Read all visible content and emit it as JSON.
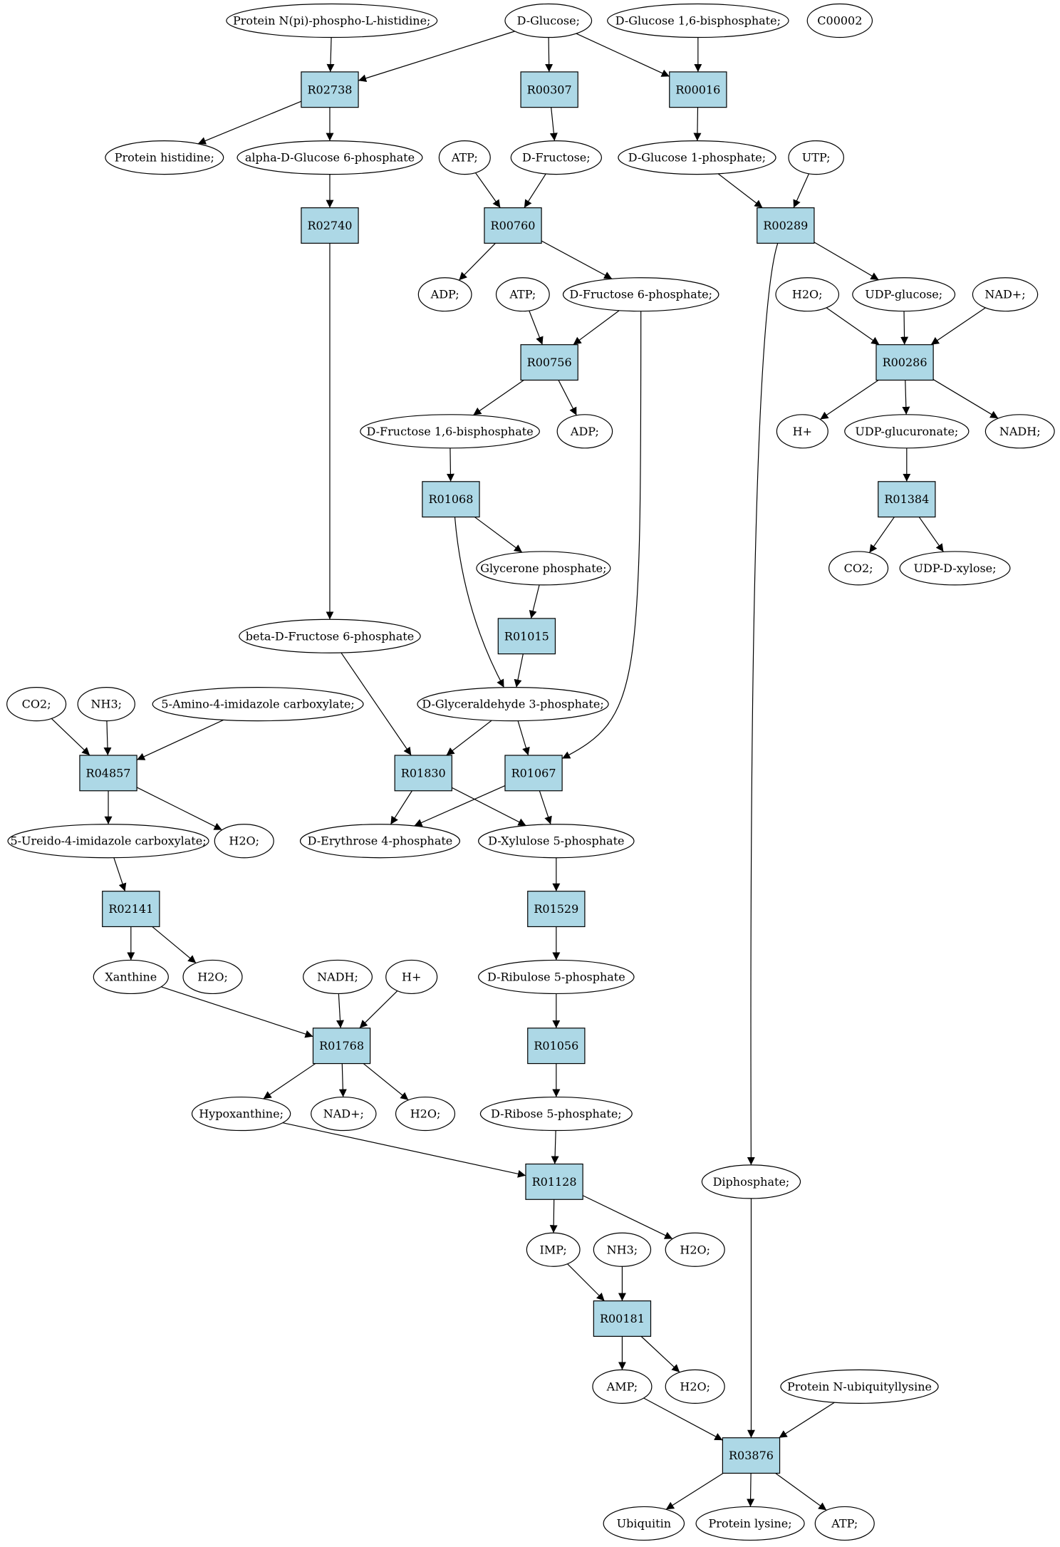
{
  "diagram": {
    "compounds": [
      {
        "id": "protein_npi_his",
        "label": "Protein N(pi)-phospho-L-histidine;"
      },
      {
        "id": "d_glucose",
        "label": "D-Glucose;",
        "fill": "#00ee00"
      },
      {
        "id": "d_glucose_16bp",
        "label": "D-Glucose 1,6-bisphosphate;"
      },
      {
        "id": "c00002",
        "label": "C00002",
        "fill": "#ffff00"
      },
      {
        "id": "protein_histidine",
        "label": "Protein histidine;"
      },
      {
        "id": "alpha_g6p",
        "label": "alpha-D-Glucose 6-phosphate"
      },
      {
        "id": "atp_1",
        "label": "ATP;"
      },
      {
        "id": "d_fructose",
        "label": "D-Fructose;"
      },
      {
        "id": "d_glucose_1p",
        "label": "D-Glucose 1-phosphate;"
      },
      {
        "id": "utp",
        "label": "UTP;"
      },
      {
        "id": "adp_1",
        "label": "ADP;"
      },
      {
        "id": "atp_2",
        "label": "ATP;"
      },
      {
        "id": "d_fructose_6p",
        "label": "D-Fructose 6-phosphate;"
      },
      {
        "id": "h2o_1",
        "label": "H2O;"
      },
      {
        "id": "udp_glucose",
        "label": "UDP-glucose;"
      },
      {
        "id": "nad_1",
        "label": "NAD+;"
      },
      {
        "id": "d_fructose_16bp",
        "label": "D-Fructose 1,6-bisphosphate"
      },
      {
        "id": "adp_2",
        "label": "ADP;"
      },
      {
        "id": "h_plus_1",
        "label": "H+"
      },
      {
        "id": "udp_glucuronate",
        "label": "UDP-glucuronate;"
      },
      {
        "id": "nadh_1",
        "label": "NADH;"
      },
      {
        "id": "glycerone_p",
        "label": "Glycerone phosphate;"
      },
      {
        "id": "co2_1",
        "label": "CO2;"
      },
      {
        "id": "udp_xylose",
        "label": "UDP-D-xylose;"
      },
      {
        "id": "beta_f6p",
        "label": "beta-D-Fructose 6-phosphate"
      },
      {
        "id": "co2_2",
        "label": "CO2;"
      },
      {
        "id": "nh3_1",
        "label": "NH3;"
      },
      {
        "id": "aica",
        "label": "5-Amino-4-imidazole carboxylate;"
      },
      {
        "id": "g3p",
        "label": "D-Glyceraldehyde 3-phosphate;"
      },
      {
        "id": "uica",
        "label": "5-Ureido-4-imidazole carboxylate;"
      },
      {
        "id": "h2o_2",
        "label": "H2O;"
      },
      {
        "id": "erythrose_4p",
        "label": "D-Erythrose 4-phosphate"
      },
      {
        "id": "xylulose_5p",
        "label": "D-Xylulose 5-phosphate"
      },
      {
        "id": "xanthine",
        "label": "Xanthine"
      },
      {
        "id": "h2o_3",
        "label": "H2O;"
      },
      {
        "id": "nadh_2",
        "label": "NADH;"
      },
      {
        "id": "h_plus_2",
        "label": "H+"
      },
      {
        "id": "ribulose_5p",
        "label": "D-Ribulose 5-phosphate"
      },
      {
        "id": "hypoxanthine",
        "label": "Hypoxanthine;"
      },
      {
        "id": "nad_2",
        "label": "NAD+;"
      },
      {
        "id": "h2o_4",
        "label": "H2O;"
      },
      {
        "id": "ribose_5p",
        "label": "D-Ribose 5-phosphate;"
      },
      {
        "id": "diphosphate",
        "label": "Diphosphate;"
      },
      {
        "id": "imp",
        "label": "IMP;"
      },
      {
        "id": "nh3_2",
        "label": "NH3;"
      },
      {
        "id": "h2o_5",
        "label": "H2O;"
      },
      {
        "id": "amp",
        "label": "AMP;"
      },
      {
        "id": "h2o_6",
        "label": "H2O;"
      },
      {
        "id": "protein_n_ubiq",
        "label": "Protein N-ubiquityllysine"
      },
      {
        "id": "ubiquitin",
        "label": "Ubiquitin"
      },
      {
        "id": "protein_lysine",
        "label": "Protein lysine;"
      },
      {
        "id": "atp_3",
        "label": "ATP;"
      }
    ],
    "reactions": [
      {
        "id": "R02738",
        "label": "R02738"
      },
      {
        "id": "R00307",
        "label": "R00307"
      },
      {
        "id": "R00016",
        "label": "R00016"
      },
      {
        "id": "R02740",
        "label": "R02740"
      },
      {
        "id": "R00760",
        "label": "R00760"
      },
      {
        "id": "R00289",
        "label": "R00289"
      },
      {
        "id": "R00756",
        "label": "R00756"
      },
      {
        "id": "R00286",
        "label": "R00286"
      },
      {
        "id": "R01068",
        "label": "R01068"
      },
      {
        "id": "R01384",
        "label": "R01384"
      },
      {
        "id": "R01015",
        "label": "R01015"
      },
      {
        "id": "R04857",
        "label": "R04857"
      },
      {
        "id": "R01830",
        "label": "R01830"
      },
      {
        "id": "R01067",
        "label": "R01067"
      },
      {
        "id": "R02141",
        "label": "R02141"
      },
      {
        "id": "R01529",
        "label": "R01529"
      },
      {
        "id": "R01768",
        "label": "R01768"
      },
      {
        "id": "R01056",
        "label": "R01056"
      },
      {
        "id": "R01128",
        "label": "R01128"
      },
      {
        "id": "R00181",
        "label": "R00181"
      },
      {
        "id": "R03876",
        "label": "R03876"
      }
    ],
    "edges": [
      [
        "protein_npi_his",
        "R02738"
      ],
      [
        "d_glucose",
        "R02738"
      ],
      [
        "d_glucose",
        "R00307"
      ],
      [
        "d_glucose",
        "R00016"
      ],
      [
        "d_glucose_16bp",
        "R00016"
      ],
      [
        "R02738",
        "protein_histidine"
      ],
      [
        "R02738",
        "alpha_g6p"
      ],
      [
        "R00307",
        "d_fructose"
      ],
      [
        "R00016",
        "d_glucose_1p"
      ],
      [
        "alpha_g6p",
        "R02740"
      ],
      [
        "atp_1",
        "R00760"
      ],
      [
        "d_fructose",
        "R00760"
      ],
      [
        "d_glucose_1p",
        "R00289"
      ],
      [
        "utp",
        "R00289"
      ],
      [
        "R00760",
        "adp_1"
      ],
      [
        "R00760",
        "d_fructose_6p"
      ],
      [
        "R00289",
        "udp_glucose"
      ],
      [
        "R00289",
        "diphosphate"
      ],
      [
        "atp_2",
        "R00756"
      ],
      [
        "d_fructose_6p",
        "R00756"
      ],
      [
        "d_fructose_6p",
        "R01067"
      ],
      [
        "h2o_1",
        "R00286"
      ],
      [
        "udp_glucose",
        "R00286"
      ],
      [
        "nad_1",
        "R00286"
      ],
      [
        "R00756",
        "d_fructose_16bp"
      ],
      [
        "R00756",
        "adp_2"
      ],
      [
        "R00286",
        "h_plus_1"
      ],
      [
        "R00286",
        "udp_glucuronate"
      ],
      [
        "R00286",
        "nadh_1"
      ],
      [
        "d_fructose_16bp",
        "R01068"
      ],
      [
        "udp_glucuronate",
        "R01384"
      ],
      [
        "R01068",
        "glycerone_p"
      ],
      [
        "R01068",
        "g3p"
      ],
      [
        "R01384",
        "co2_1"
      ],
      [
        "R01384",
        "udp_xylose"
      ],
      [
        "glycerone_p",
        "R01015"
      ],
      [
        "R01015",
        "g3p"
      ],
      [
        "R02740",
        "beta_f6p"
      ],
      [
        "beta_f6p",
        "R01830"
      ],
      [
        "co2_2",
        "R04857"
      ],
      [
        "nh3_1",
        "R04857"
      ],
      [
        "aica",
        "R04857"
      ],
      [
        "g3p",
        "R01830"
      ],
      [
        "g3p",
        "R01067"
      ],
      [
        "R04857",
        "uica"
      ],
      [
        "R04857",
        "h2o_2"
      ],
      [
        "R01830",
        "erythrose_4p"
      ],
      [
        "R01830",
        "xylulose_5p"
      ],
      [
        "R01067",
        "erythrose_4p"
      ],
      [
        "R01067",
        "xylulose_5p"
      ],
      [
        "uica",
        "R02141"
      ],
      [
        "xylulose_5p",
        "R01529"
      ],
      [
        "R02141",
        "xanthine"
      ],
      [
        "R02141",
        "h2o_3"
      ],
      [
        "R01529",
        "ribulose_5p"
      ],
      [
        "xanthine",
        "R01768"
      ],
      [
        "nadh_2",
        "R01768"
      ],
      [
        "h_plus_2",
        "R01768"
      ],
      [
        "ribulose_5p",
        "R01056"
      ],
      [
        "R01768",
        "hypoxanthine"
      ],
      [
        "R01768",
        "nad_2"
      ],
      [
        "R01768",
        "h2o_4"
      ],
      [
        "R01056",
        "ribose_5p"
      ],
      [
        "hypoxanthine",
        "R01128"
      ],
      [
        "ribose_5p",
        "R01128"
      ],
      [
        "R01128",
        "imp"
      ],
      [
        "R01128",
        "h2o_5"
      ],
      [
        "imp",
        "R00181"
      ],
      [
        "nh3_2",
        "R00181"
      ],
      [
        "R00181",
        "amp"
      ],
      [
        "R00181",
        "h2o_6"
      ],
      [
        "amp",
        "R03876"
      ],
      [
        "diphosphate",
        "R03876"
      ],
      [
        "protein_n_ubiq",
        "R03876"
      ],
      [
        "R03876",
        "ubiquitin"
      ],
      [
        "R03876",
        "protein_lysine"
      ],
      [
        "R03876",
        "atp_3"
      ]
    ],
    "colors": {
      "reaction_fill": "#add8e6",
      "compound_fill": "#ffffff",
      "highlight_green": "#00ee00",
      "highlight_yellow": "#ffff00"
    }
  }
}
